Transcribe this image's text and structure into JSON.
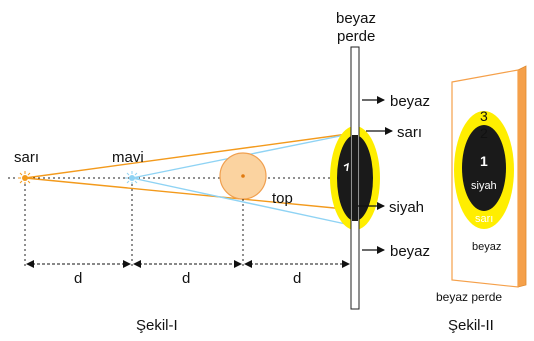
{
  "figure1": {
    "caption": "Şekil-I",
    "screen_label_line1": "beyaz",
    "screen_label_line2": "perde",
    "sources": {
      "yellow": "sarı",
      "blue": "mavi"
    },
    "ball_label": "top",
    "spacing_label": "d",
    "region_labels": {
      "top": "beyaz",
      "upper_ring": "sarı",
      "center": "siyah",
      "bottom": "beyaz"
    }
  },
  "figure2": {
    "caption": "Şekil-II",
    "screen_label": "beyaz perde",
    "region_numbers": [
      "1",
      "2",
      "3"
    ],
    "region_labels": {
      "inner": "siyah",
      "ring": "sarı",
      "outer": "beyaz"
    }
  },
  "colors": {
    "yellow_source": "#f39a1c",
    "blue_source": "#8fd3f4",
    "yellow_ray": "#f39a1c",
    "blue_ray": "#8fd3f4",
    "ball_fill": "#fbd3a0",
    "ball_stroke": "#f0a050",
    "shadow_yellow": "#ffee00",
    "shadow_black": "#1a1a1a",
    "screen_edge": "#f5a04a"
  }
}
